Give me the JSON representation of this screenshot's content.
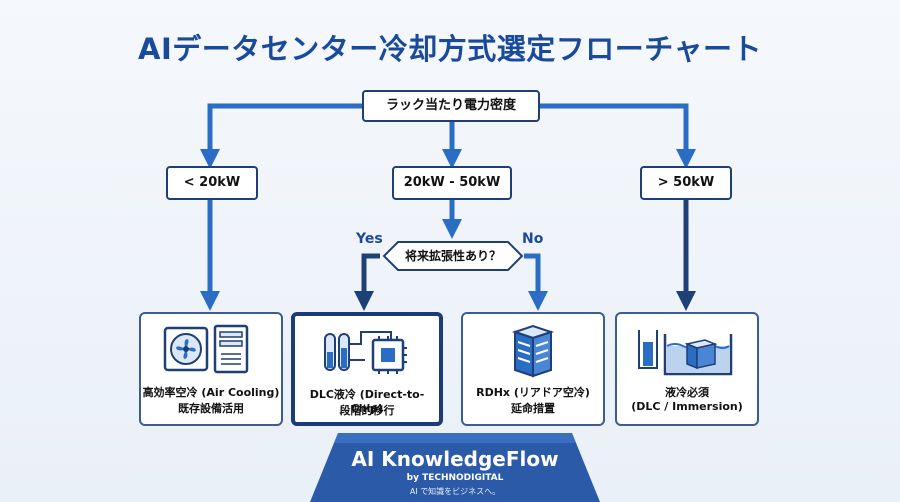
{
  "title": "AIデータセンター冷却方式選定フローチャート",
  "root": {
    "label": "ラック当たり電力密度"
  },
  "branches": [
    {
      "label": "< 20kW"
    },
    {
      "label": "20kW - 50kW"
    },
    {
      "label": "> 50kW"
    }
  ],
  "decision": {
    "label": "将来拡張性あり？",
    "yes_label": "Yes",
    "no_label": "No"
  },
  "outcomes": [
    {
      "line1": "高効率空冷 (Air Cooling)",
      "line2": "既存設備活用",
      "icon": "fan-server-icon"
    },
    {
      "line1": "DLC液冷 (Direct-to-Chip)",
      "line2": "段階的移行",
      "icon": "chip-cooling-icon"
    },
    {
      "line1": "RDHx (リアドア空冷)",
      "line2": "延命措置",
      "icon": "server-rack-icon"
    },
    {
      "line1": "液冷必須",
      "line2": "(DLC / Immersion)",
      "icon": "immersion-tank-icon"
    }
  ],
  "footer": {
    "brand": "AI KnowledgeFlow",
    "by": "by TECHNODIGITAL",
    "tagline": "AI で知識をビジネスへ。"
  },
  "colors": {
    "accent": "#2b6cc4",
    "dark": "#1f3f77",
    "title": "#1a4a9c"
  }
}
